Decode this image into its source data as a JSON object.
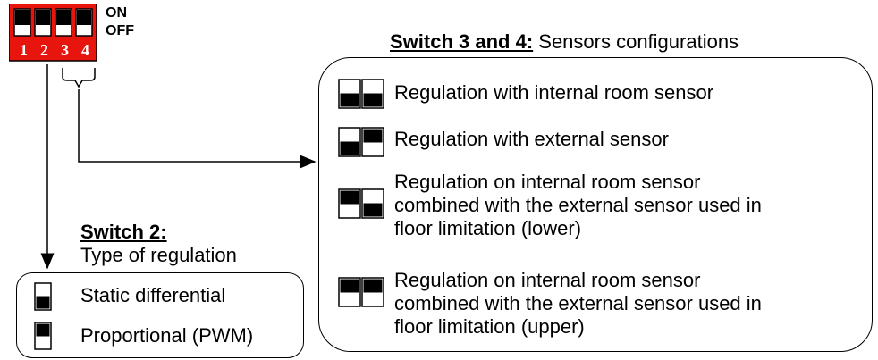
{
  "dip_switch": {
    "numbers": [
      "1",
      "2",
      "3",
      "4"
    ],
    "on_label": "ON",
    "off_label": "OFF",
    "body_color": "#e8140e"
  },
  "switch34": {
    "heading_bold": "Switch 3 and 4:",
    "heading_text": " Sensors configurations",
    "items": [
      {
        "lines": [
          "Regulation with internal room sensor"
        ]
      },
      {
        "lines": [
          "Regulation with external sensor"
        ]
      },
      {
        "lines": [
          "Regulation on internal room sensor",
          "combined with the external sensor used in",
          "floor limitation (lower)"
        ]
      },
      {
        "lines": [
          "Regulation on internal room sensor",
          "combined with the external sensor used in",
          "floor limitation (upper)"
        ]
      }
    ]
  },
  "switch2": {
    "heading_bold": "Switch 2:",
    "heading_text": "Type of regulation",
    "items": [
      {
        "label": "Static differential"
      },
      {
        "label": "Proportional (PWM)"
      }
    ]
  }
}
